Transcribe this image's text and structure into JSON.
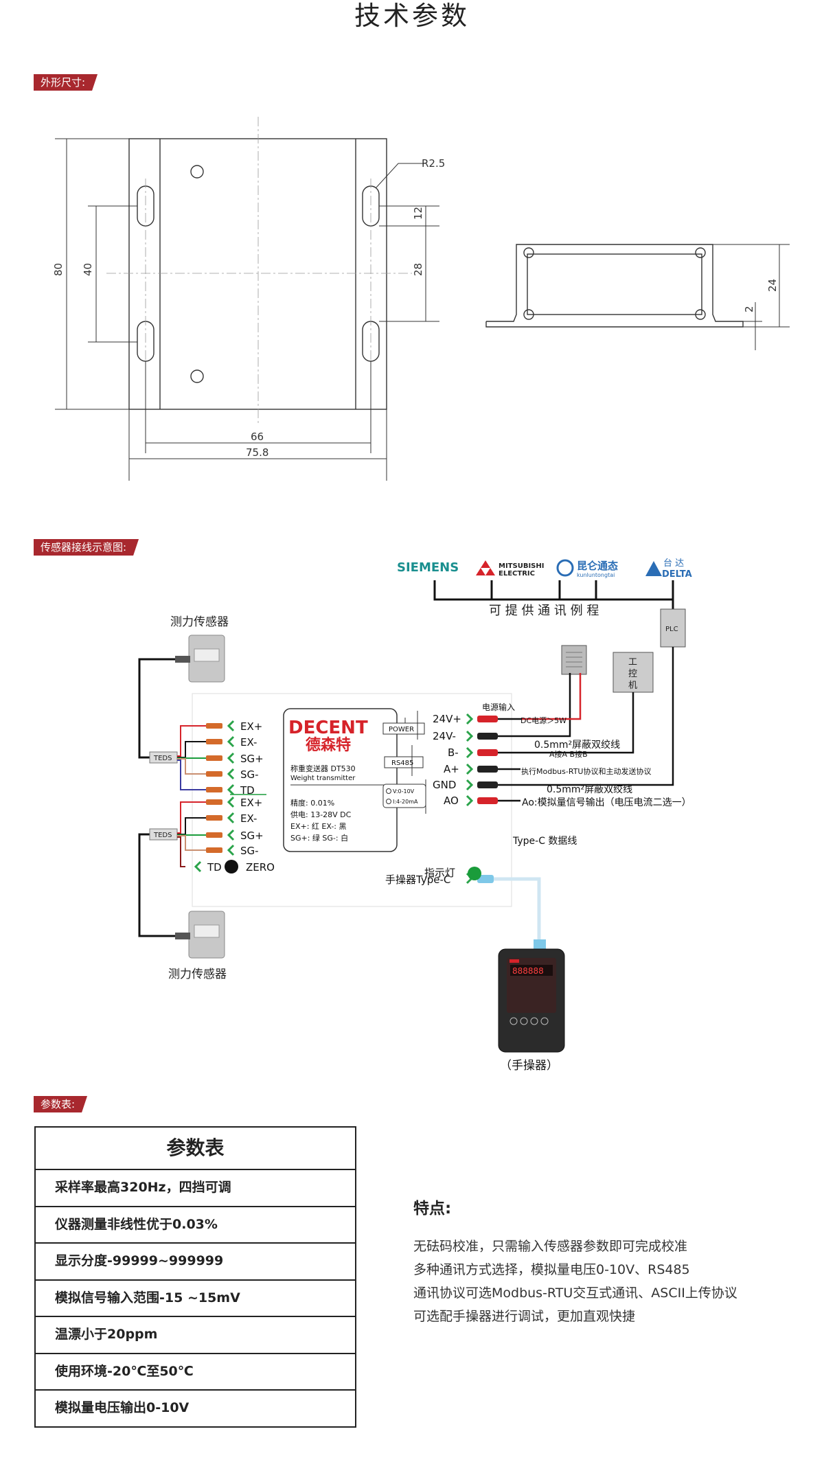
{
  "page_title": "技术参数",
  "sections": {
    "dimensions_tag": "外形尺寸:",
    "wiring_tag": "传感器接线示意图:",
    "params_tag": "参数表:"
  },
  "dimensions": {
    "r": "R2.5",
    "d12": "12",
    "d28": "28",
    "d80": "80",
    "d40": "40",
    "d66": "66",
    "d758": "75.8",
    "d24": "24",
    "d2": "2"
  },
  "brands": [
    "SIEMENS",
    "MITSUBISHI",
    "ELECTRIC",
    "昆仑通态",
    "kunluntongtai",
    "台 达",
    "DELTA"
  ],
  "wiring": {
    "routine_label": "可 提 供 通 讯 例 程",
    "plc": "PLC",
    "ipc": "工控机",
    "sensor_label_top": "测力传感器",
    "sensor_label_bottom": "测力传感器",
    "teds": "TEDS",
    "left_pins_1": [
      "EX+",
      "EX-",
      "SG+",
      "SG-",
      "TD"
    ],
    "left_pins_2": [
      "EX+",
      "EX-",
      "SG+",
      "SG-"
    ],
    "td": "TD",
    "zero": "ZERO",
    "brand": "DECENT",
    "brand_cn": "德森特",
    "model": "称重变送器  DT530",
    "model_en": "Weight transmitter",
    "specs": [
      "精度:  0.01%",
      "供电:  13-28V DC",
      "EX+:  红   EX-:  黑",
      "SG+:  绿   SG-:  白"
    ],
    "power_box": "POWER",
    "rs485_box": "RS485",
    "output_box_1": "V:0-10V",
    "output_box_2": "I:4-20mA",
    "right_pins": [
      "24V+",
      "24V-",
      "B-",
      "A+",
      "GND",
      "AO"
    ],
    "power_input": "电源输入",
    "dc_power": "DC电源＞5W",
    "shield_1": "0.5mm²屏蔽双绞线",
    "ab_label": "A接A   B接B",
    "modbus_note": "执行Modbus-RTU协议和主动发送协议",
    "shield_2": "0.5mm²屏蔽双绞线",
    "ao_note": "Ao:模拟量信号输出（电压电流二选一）",
    "typec_pin": "手操器Type-C",
    "typec_cable": "Type-C 数据线",
    "indicator": "指示灯",
    "handheld_screen": "888888",
    "handheld_label": "（手操器）"
  },
  "param_table": {
    "title": "参数表",
    "rows": [
      "采样率最高320Hz，四挡可调",
      "仪器测量非线性优于0.03%",
      "显示分度-99999~999999",
      "模拟信号输入范围-15 ~15mV",
      "温漂小于20ppm",
      "使用环境-20℃至50℃",
      "模拟量电压输出0-10V"
    ]
  },
  "features": {
    "title": "特点:",
    "items": [
      "无砝码校准，只需输入传感器参数即可完成校准",
      "多种通讯方式选择，模拟量电压0-10V、RS485",
      "通讯协议可选Modbus-RTU交互式通讯、ASCII上传协议",
      "可选配手操器进行调试，更加直观快捷"
    ]
  },
  "colors": {
    "tag": "#a8282e",
    "brand_red": "#d6232a",
    "green": "#1a9c3b",
    "arrow_green": "#2aa34a"
  }
}
